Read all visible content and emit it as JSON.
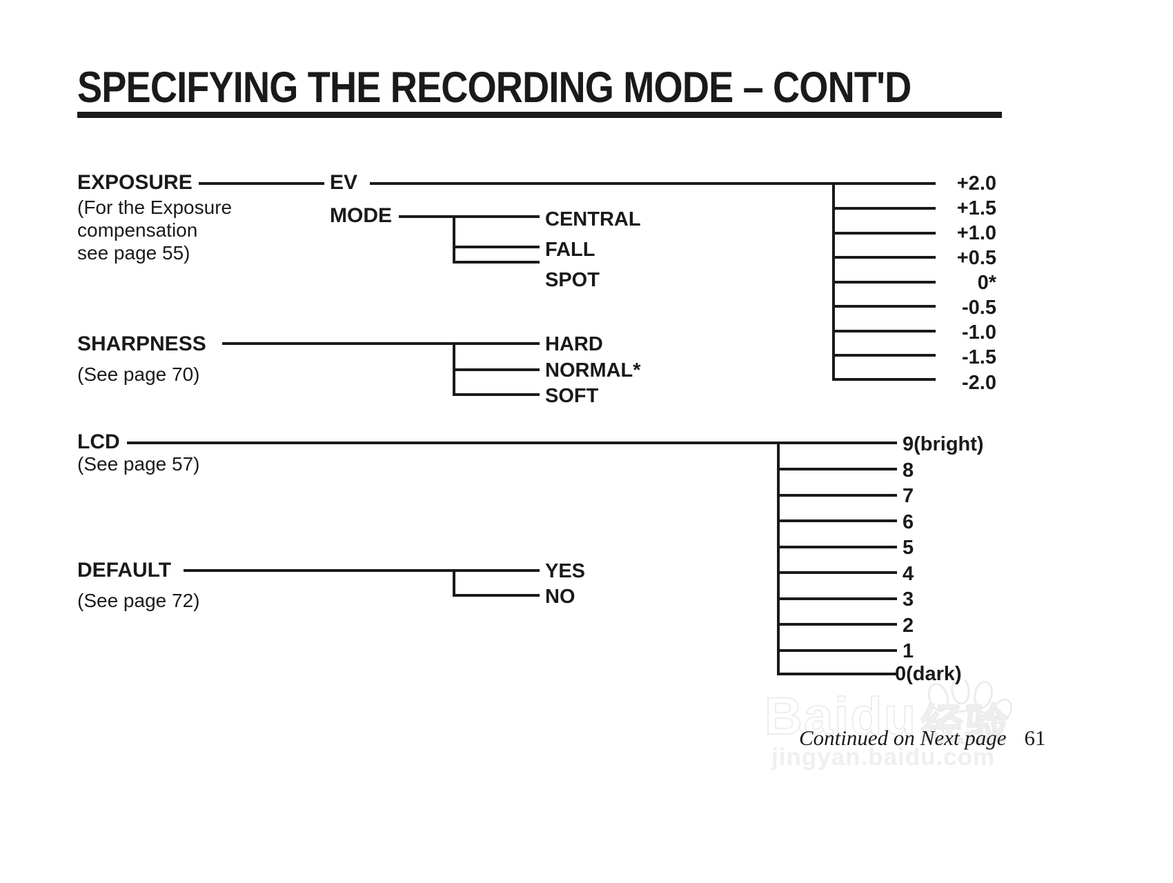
{
  "document": {
    "title": "SPECIFYING THE RECORDING MODE – CONT'D",
    "page_number": "61",
    "footer_note": "Continued on Next page"
  },
  "watermark": {
    "main": "Baidu",
    "sub": "jingyan.baidu.com",
    "suffix": "经验"
  },
  "sections": [
    {
      "id": "exposure",
      "label": "EXPOSURE",
      "note": "(For the Exposure\ncompensation\nsee page 55)",
      "children": [
        {
          "label": "EV",
          "options": [
            "+2.0",
            "+1.5",
            "+1.0",
            "+0.5",
            "0*",
            "-0.5",
            "-1.0",
            "-1.5",
            "-2.0"
          ]
        },
        {
          "label": "MODE",
          "options": [
            "CENTRAL",
            "FALL",
            "SPOT"
          ]
        }
      ]
    },
    {
      "id": "sharpness",
      "label": "SHARPNESS",
      "note": "(See page 70)",
      "options": [
        "HARD",
        "NORMAL*",
        "SOFT"
      ]
    },
    {
      "id": "lcd",
      "label": "LCD",
      "note": "(See page 57)",
      "options": [
        "9(bright)",
        "8",
        "7",
        "6",
        "5",
        "4",
        "3",
        "2",
        "1",
        "0(dark)"
      ]
    },
    {
      "id": "default",
      "label": "DEFAULT",
      "note": "(See page 72)",
      "options": [
        "YES",
        "NO"
      ]
    }
  ]
}
